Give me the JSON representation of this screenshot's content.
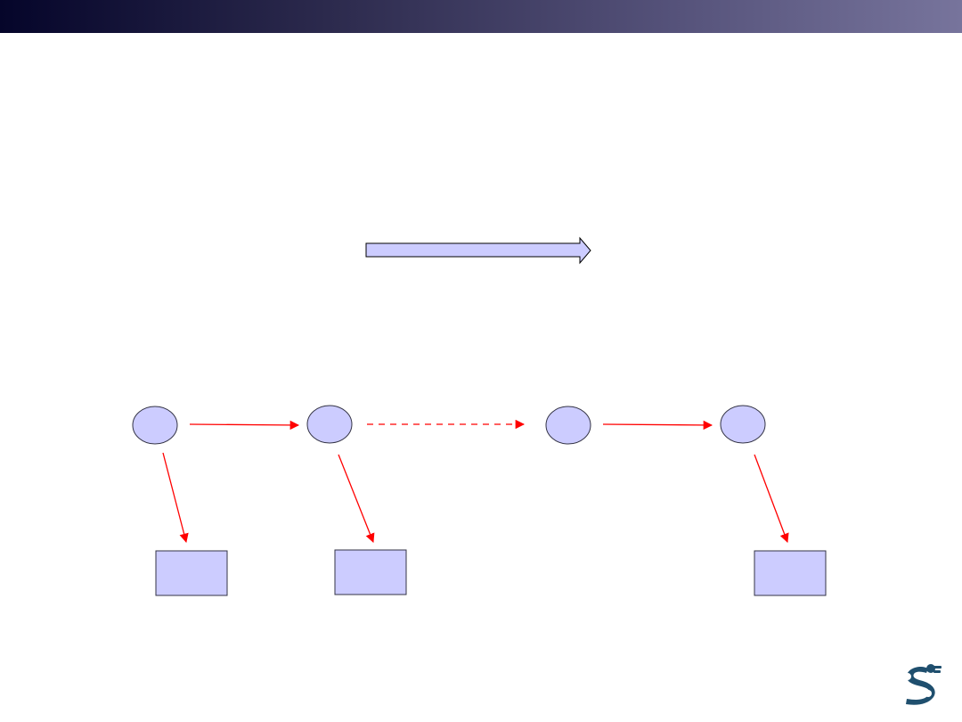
{
  "slide": {
    "header_color_start": "#05052a",
    "header_color_end": "#77749c"
  },
  "diagram": {
    "node_fill": "#ccccff",
    "node_stroke": "#333344",
    "edge_color": "#ff0000",
    "big_arrow_fill": "#ccccff",
    "states": [
      {
        "id": "s1",
        "label": ""
      },
      {
        "id": "s2",
        "label": ""
      },
      {
        "id": "s3",
        "label": ""
      },
      {
        "id": "s4",
        "label": ""
      }
    ],
    "outputs": [
      {
        "id": "o1",
        "label": ""
      },
      {
        "id": "o2",
        "label": ""
      },
      {
        "id": "o4",
        "label": ""
      }
    ],
    "transitions": [
      {
        "from": "s1",
        "to": "s2",
        "style": "solid"
      },
      {
        "from": "s2",
        "to": "s3",
        "style": "dashed"
      },
      {
        "from": "s3",
        "to": "s4",
        "style": "solid"
      }
    ],
    "emissions": [
      {
        "from": "s1",
        "to": "o1"
      },
      {
        "from": "s2",
        "to": "o2"
      },
      {
        "from": "s4",
        "to": "o4"
      }
    ]
  },
  "logo": {
    "icon": "robot-arm-logo-icon",
    "color": "#1f4f6e"
  }
}
